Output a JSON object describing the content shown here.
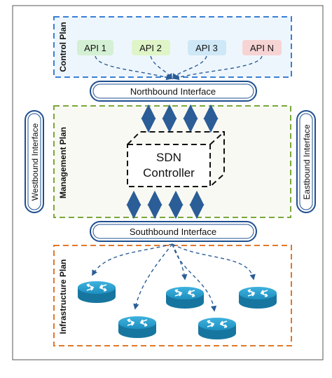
{
  "sections": {
    "control": "Control Plan",
    "management": "Management Plan",
    "infrastructure": "Infrastructure Plan"
  },
  "interfaces": {
    "northbound": "Northbound Interface",
    "southbound": "Southbound Interface",
    "westbound": "Westbound Interface",
    "eastbound": "Eastbound Interface"
  },
  "apis": [
    {
      "label": "API 1",
      "color": "#d4f0d4"
    },
    {
      "label": "API 2",
      "color": "#dff5c8"
    },
    {
      "label": "API 3",
      "color": "#cfe8f7"
    },
    {
      "label": "API N",
      "color": "#f7d4d4"
    }
  ],
  "controller": {
    "line1": "SDN",
    "line2": "Controller"
  },
  "colors": {
    "control_border": "#3a7fd5",
    "control_fill": "#eef6fd",
    "management_border": "#7aa83a",
    "management_fill": "#f9f9f4",
    "infrastructure_border": "#e0782a",
    "interface_border": "#1f4f8f",
    "arrow": "#1f4f8f",
    "router": "#1d8fc0"
  },
  "icons": {
    "router": "router-icon",
    "arrow": "bidirectional-arrow-icon"
  }
}
